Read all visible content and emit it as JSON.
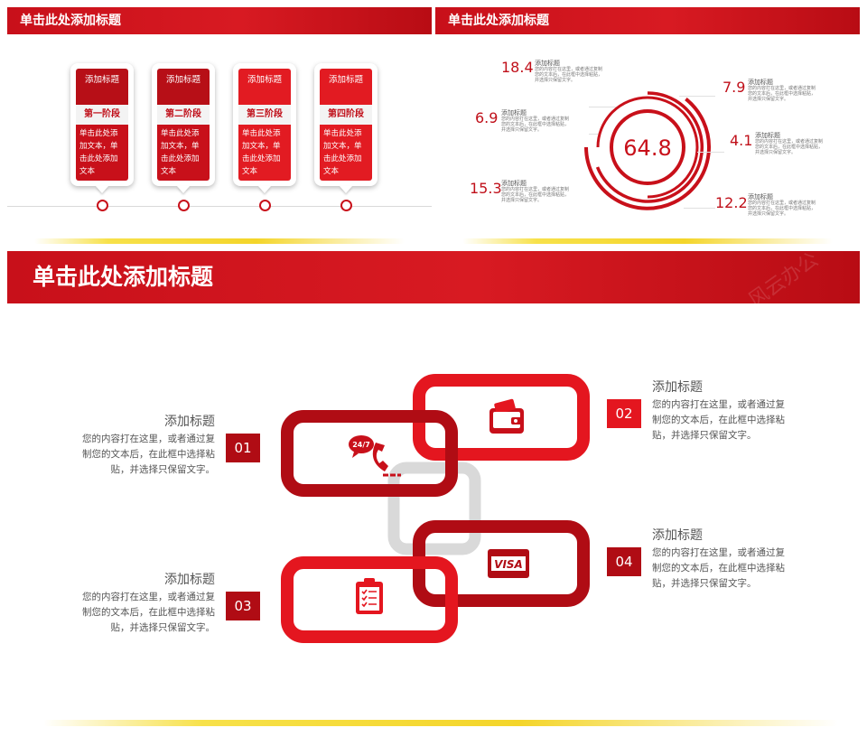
{
  "slide_a": {
    "title": "单击此处添加标题",
    "stages": [
      {
        "head": "添加标题",
        "phase": "第一阶段",
        "body": "单击此处添加文本，单击此处添加文本"
      },
      {
        "head": "添加标题",
        "phase": "第二阶段",
        "body": "单击此处添加文本，单击此处添加文本"
      },
      {
        "head": "添加标题",
        "phase": "第三阶段",
        "body": "单击此处添加文本，单击此处添加文本"
      },
      {
        "head": "添加标题",
        "phase": "第四阶段",
        "body": "单击此处添加文本，单击此处添加文本"
      }
    ]
  },
  "slide_b": {
    "title": "单击此处添加标题",
    "center_value": "64.8",
    "stats": [
      {
        "value": "18.4",
        "label": "添加标题",
        "desc": "您的内容打在这里，或者通过复制您的文本后，在此框中选择粘贴，并选择只保留文字。"
      },
      {
        "value": "6.9",
        "label": "添加标题",
        "desc": "您的内容打在这里，或者通过复制您的文本后，在此框中选择粘贴，并选择只保留文字。"
      },
      {
        "value": "15.3",
        "label": "添加标题",
        "desc": "您的内容打在这里，或者通过复制您的文本后，在此框中选择粘贴，并选择只保留文字。"
      },
      {
        "value": "7.9",
        "label": "添加标题",
        "desc": "您的内容打在这里，或者通过复制您的文本后，在此框中选择粘贴，并选择只保留文字。"
      },
      {
        "value": "4.1",
        "label": "添加标题",
        "desc": "您的内容打在这里，或者通过复制您的文本后，在此框中选择粘贴，并选择只保留文字。"
      },
      {
        "value": "12.2",
        "label": "添加标题",
        "desc": "您的内容打在这里，或者通过复制您的文本后，在此框中选择粘贴，并选择只保留文字。"
      }
    ]
  },
  "slide_c": {
    "title": "单击此处添加标题",
    "watermark": "风云办公",
    "visa_text": "VISA",
    "badge_24_7": "24/7",
    "items": [
      {
        "number": "01",
        "title": "添加标题",
        "desc": "您的内容打在这里，或者通过复制您的文本后，在此框中选择粘贴，并选择只保留文字。"
      },
      {
        "number": "02",
        "title": "添加标题",
        "desc": "您的内容打在这里，或者通过复制您的文本后，在此框中选择粘贴，并选择只保留文字。"
      },
      {
        "number": "03",
        "title": "添加标题",
        "desc": "您的内容打在这里，或者通过复制您的文本后，在此框中选择粘贴，并选择只保留文字。"
      },
      {
        "number": "04",
        "title": "添加标题",
        "desc": "您的内容打在这里，或者通过复制您的文本后，在此框中选择粘贴，并选择只保留文字。"
      }
    ]
  },
  "colors": {
    "brand_red": "#c8101a",
    "bright_red": "#e4161f",
    "dark_red": "#b00c14",
    "gray_link": "#d9d9d9",
    "strip_yellow": "#f4d52a"
  },
  "icons": [
    "phone-24-7-icon",
    "wallet-icon",
    "clipboard-checklist-icon",
    "visa-card-icon"
  ]
}
